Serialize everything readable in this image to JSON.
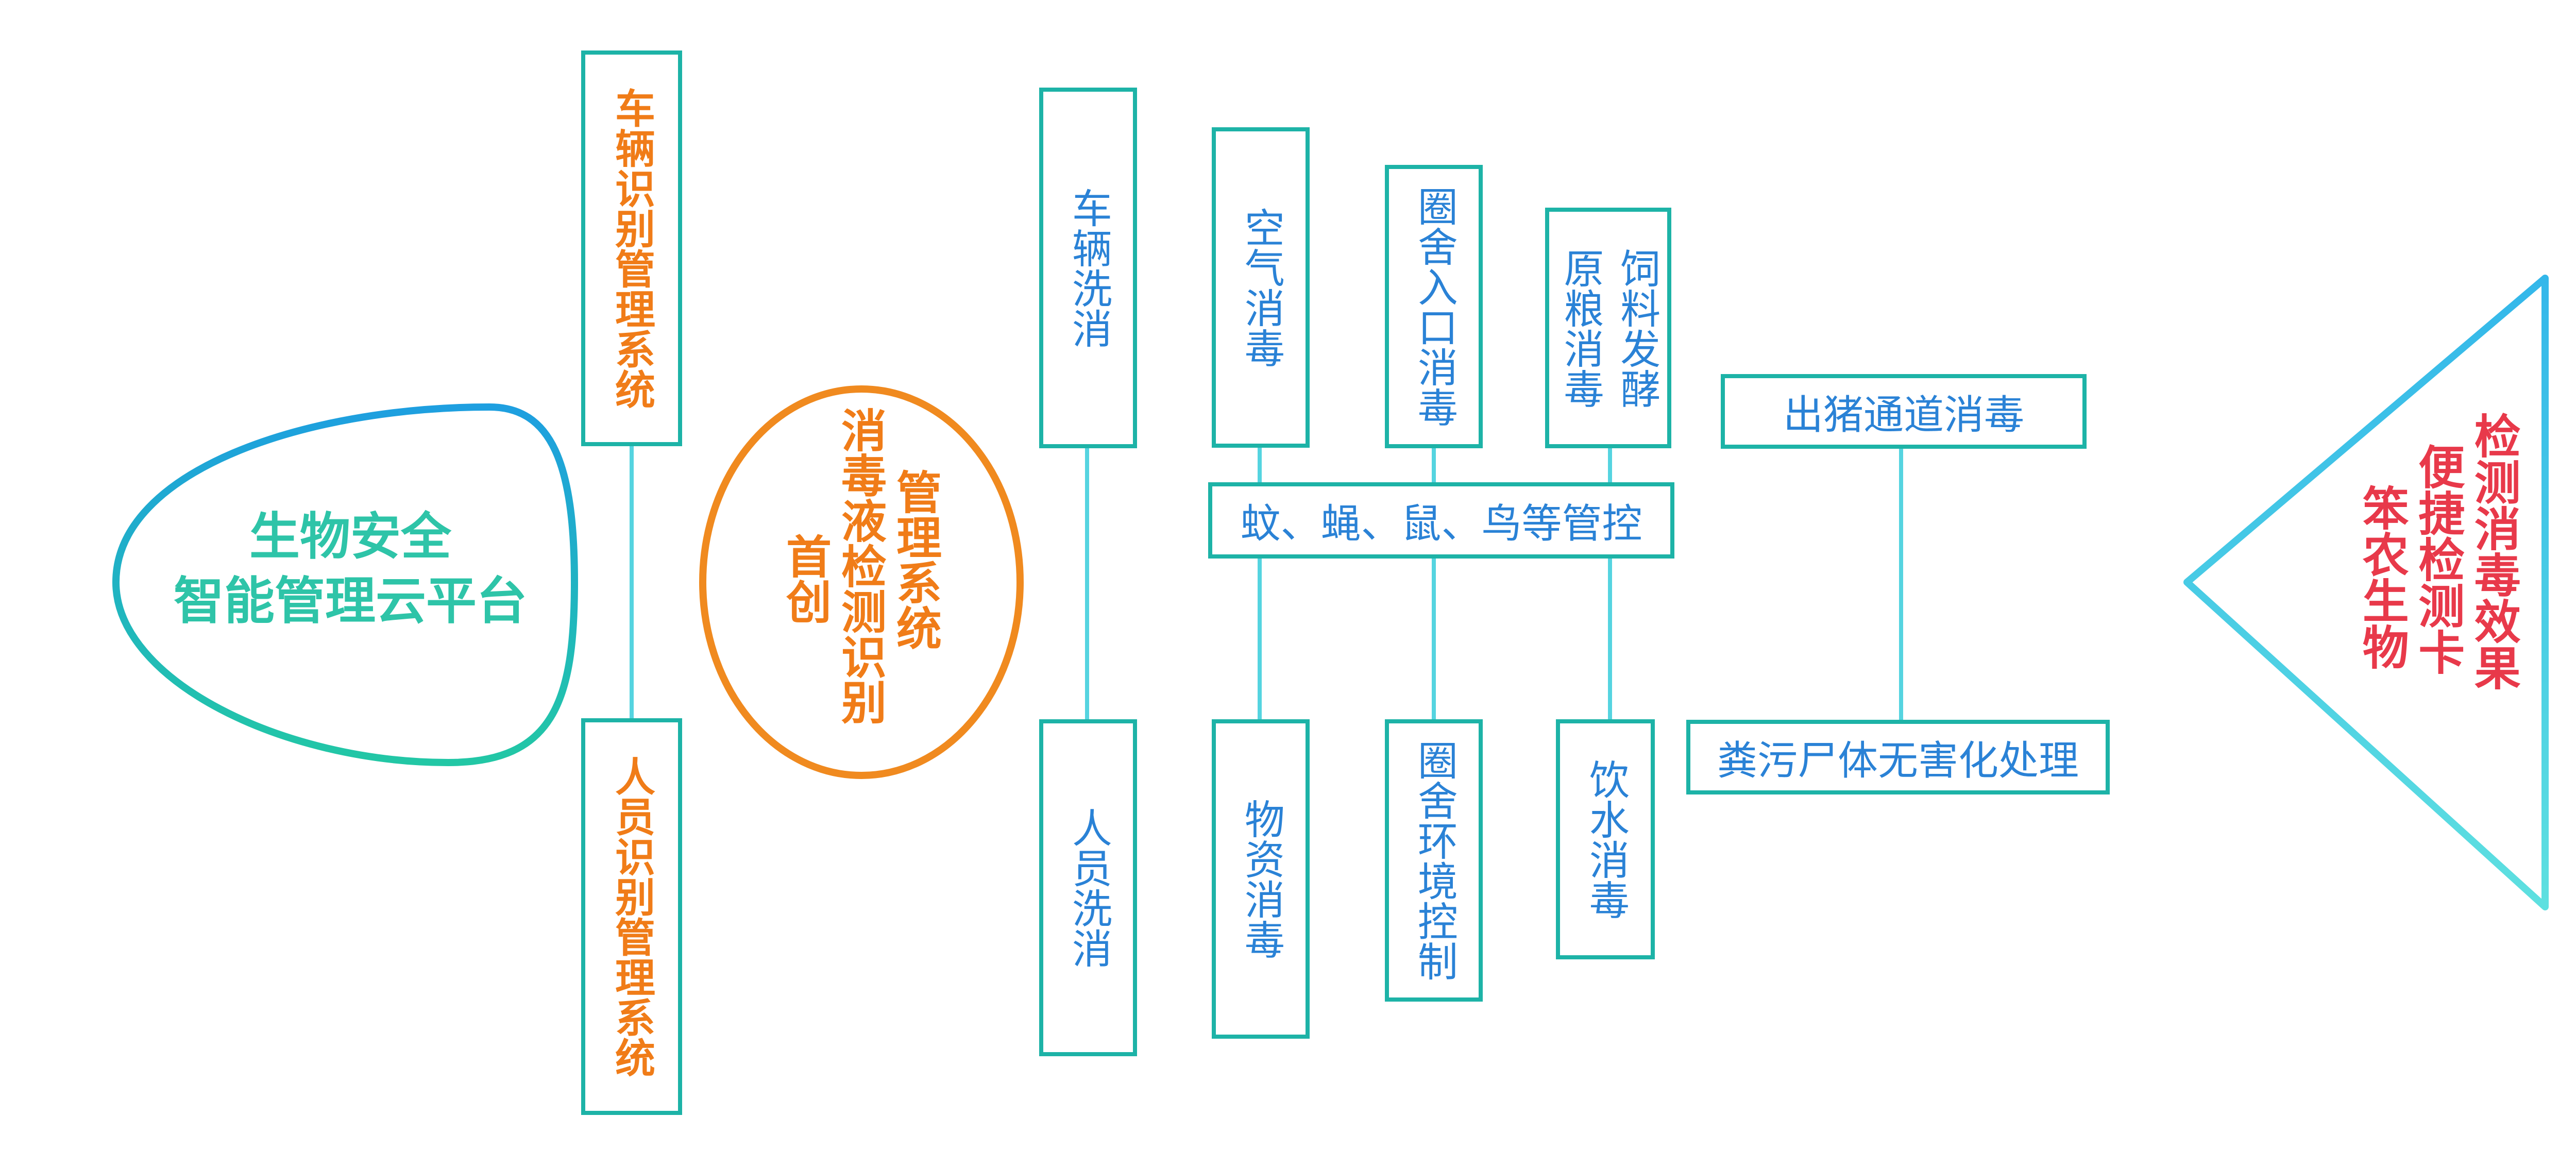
{
  "head": {
    "line1": "生物安全",
    "line2": "智能管理云平台"
  },
  "top_orange": "车辆识别管理系统",
  "bottom_orange": "人员识别管理系统",
  "center": {
    "col1": "管理系统",
    "col2": "消毒液检测识别",
    "col3": "首创"
  },
  "top_boxes": {
    "vehicle_wash": "车辆洗消",
    "air": "空气消毒",
    "pen_entrance": "圈舍入口消毒",
    "feed_col1": "饲料发酵",
    "feed_col2": "原粮消毒",
    "pig_exit": "出猪通道消毒"
  },
  "pest_control": "蚊、蝇、鼠、鸟等管控",
  "bottom_boxes": {
    "staff_wash": "人员洗消",
    "materials": "物资消毒",
    "pen_env": "圈舍环境控制",
    "water": "饮水消毒",
    "manure": "粪污尸体无害化处理"
  },
  "tail": {
    "col1": "检测消毒效果",
    "col2": "便捷检测卡",
    "col3": "笨农生物"
  },
  "colors": {
    "teal": "#1db3a7",
    "cyan_line": "#4fd3e6",
    "orange": "#f07c18",
    "blue_text": "#2a82d6",
    "red_text": "#e8394a",
    "head_text": "#2ec4a8",
    "head_border_top": "#1e9fe0",
    "head_border_bottom": "#22c7a5"
  }
}
